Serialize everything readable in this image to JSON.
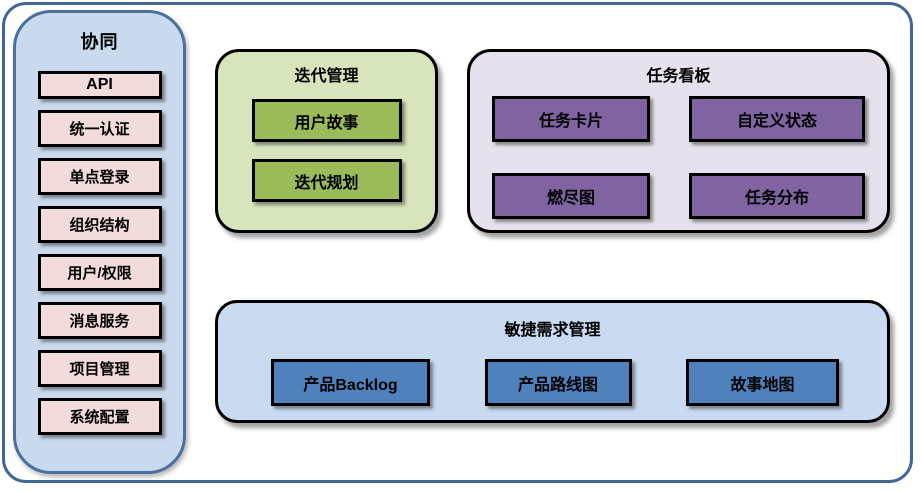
{
  "sidebar": {
    "title": "协同",
    "items": [
      "API",
      "统一认证",
      "单点登录",
      "组织结构",
      "用户/权限",
      "消息服务",
      "项目管理",
      "系统配置"
    ]
  },
  "groups": {
    "iteration": {
      "title": "迭代管理",
      "items": [
        "用户故事",
        "迭代规划"
      ]
    },
    "kanban": {
      "title": "任务看板",
      "items": [
        "任务卡片",
        "自定义状态",
        "燃尽图",
        "任务分布"
      ]
    },
    "requirements": {
      "title": "敏捷需求管理",
      "items": [
        "产品Backlog",
        "产品路线图",
        "故事地图"
      ]
    }
  },
  "colors": {
    "outer_border": "#40669a",
    "sidebar_fill": "#c9d9ee",
    "sidebar_border": "#4b6f9e",
    "sidebar_item_fill": "#f2dcdb",
    "iteration_fill": "#d7e4bc",
    "iteration_item_fill": "#9bbb59",
    "kanban_fill": "#e6e1ed",
    "kanban_item_fill": "#8064a2",
    "requirements_fill": "#c9daf1",
    "requirements_item_fill": "#4f81bd",
    "item_border": "#000000"
  }
}
